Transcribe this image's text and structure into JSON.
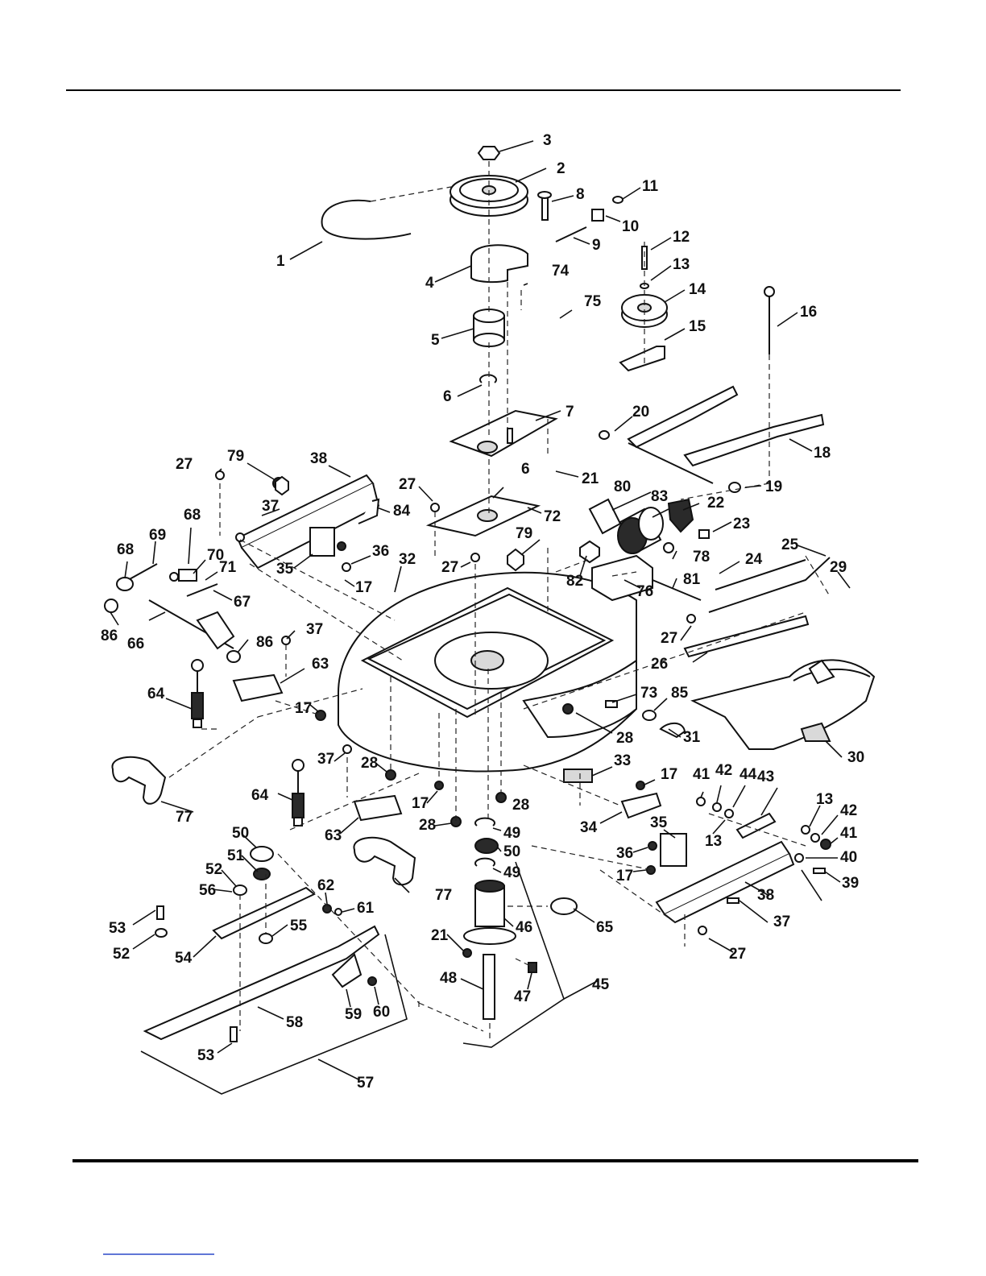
{
  "labels": [
    "1",
    "2",
    "3",
    "4",
    "5",
    "6",
    "6",
    "7",
    "8",
    "9",
    "10",
    "11",
    "12",
    "13",
    "13",
    "13",
    "14",
    "15",
    "16",
    "17",
    "17",
    "17",
    "17",
    "17",
    "18",
    "19",
    "20",
    "21",
    "21",
    "22",
    "23",
    "24",
    "25",
    "26",
    "27",
    "27",
    "27",
    "27",
    "27",
    "28",
    "28",
    "28",
    "28",
    "29",
    "30",
    "31",
    "32",
    "33",
    "34",
    "35",
    "35",
    "36",
    "36",
    "37",
    "37",
    "37",
    "37",
    "38",
    "38",
    "39",
    "40",
    "41",
    "41",
    "42",
    "42",
    "43",
    "44",
    "45",
    "46",
    "47",
    "48",
    "49",
    "49",
    "50",
    "50",
    "51",
    "52",
    "52",
    "53",
    "53",
    "54",
    "55",
    "56",
    "57",
    "58",
    "59",
    "60",
    "61",
    "62",
    "63",
    "63",
    "64",
    "64",
    "65",
    "66",
    "67",
    "68",
    "68",
    "69",
    "70",
    "71",
    "72",
    "73",
    "74",
    "75",
    "76",
    "77",
    "77",
    "78",
    "79",
    "79",
    "80",
    "81",
    "82",
    "83",
    "84",
    "85",
    "86",
    "86"
  ],
  "colors": {
    "ink": "#111111",
    "paper": "#ffffff",
    "shade": "#2a2a2a"
  },
  "icons": [
    "parts-exploded-view"
  ]
}
